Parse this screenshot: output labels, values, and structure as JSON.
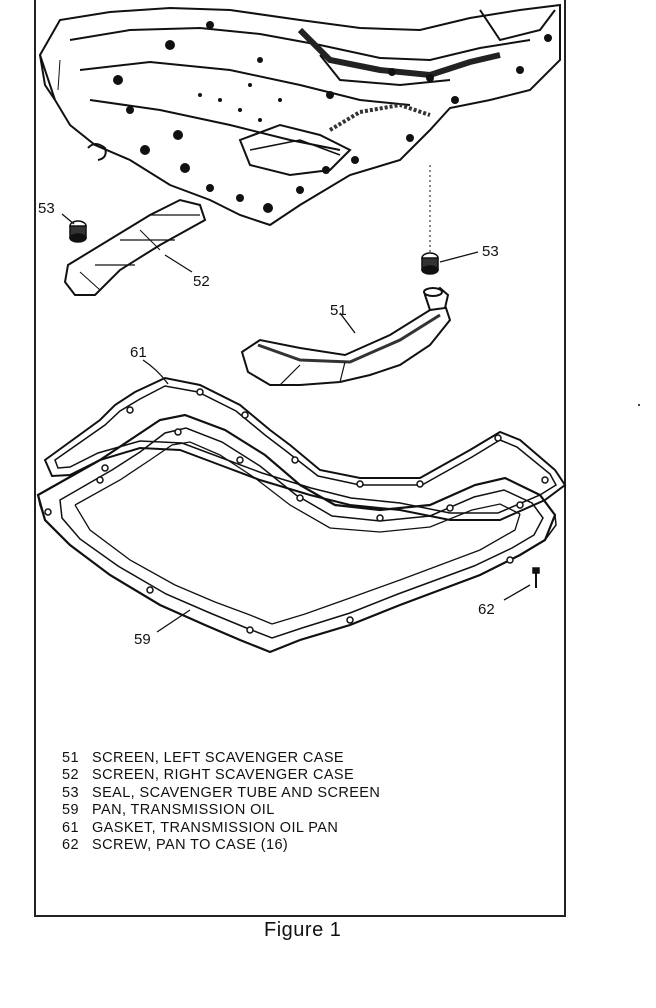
{
  "callouts": {
    "c53_left": "53",
    "c52": "52",
    "c53_right": "53",
    "c51": "51",
    "c61": "61",
    "c62": "62",
    "c59": "59"
  },
  "legend": [
    {
      "number": "51",
      "text": "SCREEN, LEFT SCAVENGER CASE"
    },
    {
      "number": "52",
      "text": "SCREEN, RIGHT SCAVENGER CASE"
    },
    {
      "number": "53",
      "text": "SEAL, SCAVENGER TUBE AND SCREEN"
    },
    {
      "number": "59",
      "text": "PAN, TRANSMISSION OIL"
    },
    {
      "number": "61",
      "text": "GASKET, TRANSMISSION OIL PAN"
    },
    {
      "number": "62",
      "text": "SCREW, PAN TO CASE (16)"
    }
  ],
  "caption": "Figure 1"
}
